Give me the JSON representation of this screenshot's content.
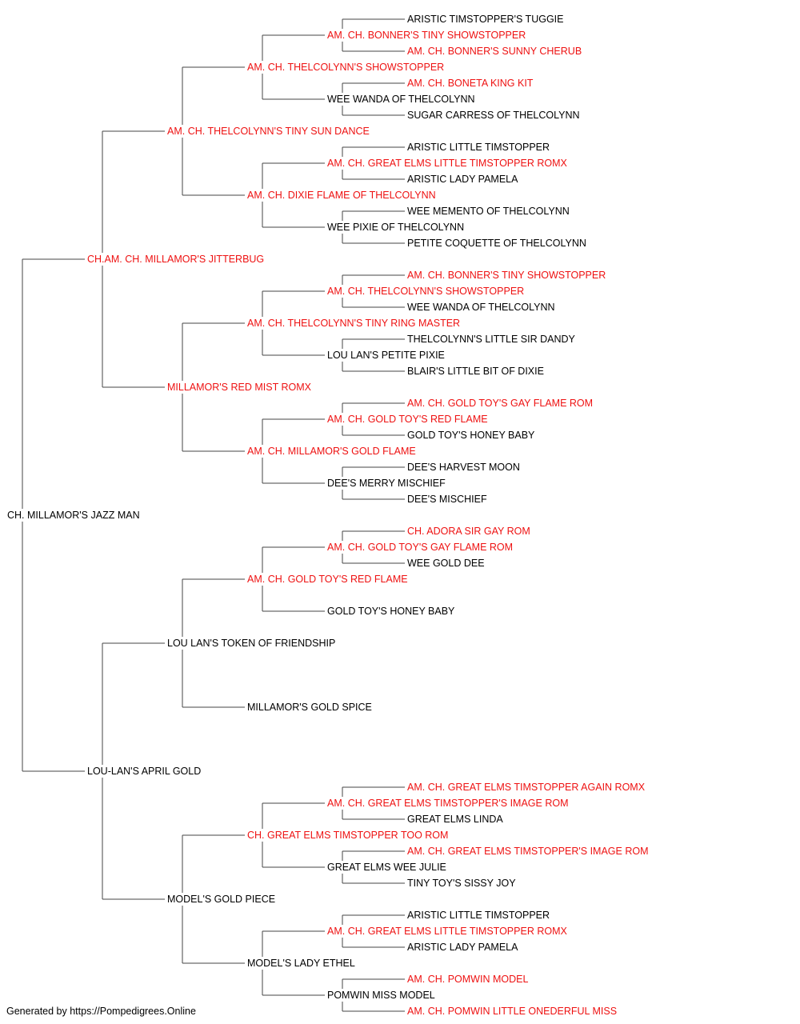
{
  "colors": {
    "champion": "#ee1111",
    "normal": "#000000",
    "line": "#444444"
  },
  "pedigree": {
    "name": "CH. MILLAMOR'S JAZZ MAN",
    "champion": false,
    "sire": {
      "name": "CH.AM. CH. MILLAMOR'S JITTERBUG",
      "champion": true,
      "sire": {
        "name": "AM. CH. THELCOLYNN'S TINY SUN DANCE",
        "champion": true,
        "sire": {
          "name": "AM. CH. THELCOLYNN'S SHOWSTOPPER",
          "champion": true,
          "sire": {
            "name": "AM. CH. BONNER'S TINY SHOWSTOPPER",
            "champion": true,
            "sire": {
              "name": "ARISTIC TIMSTOPPER'S TUGGIE",
              "champion": false
            },
            "dam": {
              "name": "AM. CH. BONNER'S SUNNY CHERUB",
              "champion": true
            }
          },
          "dam": {
            "name": "WEE WANDA OF THELCOLYNN",
            "champion": false,
            "sire": {
              "name": "AM. CH. BONETA KING KIT",
              "champion": true
            },
            "dam": {
              "name": "SUGAR CARRESS OF THELCOLYNN",
              "champion": false
            }
          }
        },
        "dam": {
          "name": "AM. CH. DIXIE FLAME OF THELCOLYNN",
          "champion": true,
          "sire": {
            "name": "AM. CH. GREAT ELMS LITTLE TIMSTOPPER ROMX",
            "champion": true,
            "sire": {
              "name": "ARISTIC LITTLE TIMSTOPPER",
              "champion": false
            },
            "dam": {
              "name": "ARISTIC LADY PAMELA",
              "champion": false
            }
          },
          "dam": {
            "name": "WEE PIXIE OF THELCOLYNN",
            "champion": false,
            "sire": {
              "name": "WEE MEMENTO OF THELCOLYNN",
              "champion": false
            },
            "dam": {
              "name": "PETITE COQUETTE OF THELCOLYNN",
              "champion": false
            }
          }
        }
      },
      "dam": {
        "name": "MILLAMOR'S RED MIST ROMX",
        "champion": true,
        "sire": {
          "name": "AM. CH. THELCOLYNN'S TINY RING MASTER",
          "champion": true,
          "sire": {
            "name": "AM. CH. THELCOLYNN'S SHOWSTOPPER",
            "champion": true,
            "sire": {
              "name": "AM. CH. BONNER'S TINY SHOWSTOPPER",
              "champion": true
            },
            "dam": {
              "name": "WEE WANDA OF THELCOLYNN",
              "champion": false
            }
          },
          "dam": {
            "name": "LOU LAN'S PETITE PIXIE",
            "champion": false,
            "sire": {
              "name": "THELCOLYNN'S LITTLE SIR DANDY",
              "champion": false
            },
            "dam": {
              "name": "BLAIR'S LITTLE BIT OF DIXIE",
              "champion": false
            }
          }
        },
        "dam": {
          "name": "AM. CH. MILLAMOR'S GOLD FLAME",
          "champion": true,
          "sire": {
            "name": "AM. CH. GOLD TOY'S RED FLAME",
            "champion": true,
            "sire": {
              "name": "AM. CH. GOLD TOY'S GAY FLAME ROM",
              "champion": true
            },
            "dam": {
              "name": "GOLD TOY'S HONEY BABY",
              "champion": false
            }
          },
          "dam": {
            "name": "DEE'S MERRY MISCHIEF",
            "champion": false,
            "sire": {
              "name": "DEE'S HARVEST MOON",
              "champion": false
            },
            "dam": {
              "name": "DEE'S MISCHIEF",
              "champion": false
            }
          }
        }
      }
    },
    "dam": {
      "name": "LOU-LAN'S APRIL GOLD",
      "champion": false,
      "sire": {
        "name": "LOU LAN'S TOKEN OF FRIENDSHIP",
        "champion": false,
        "sire": {
          "name": "AM. CH. GOLD TOY'S RED FLAME",
          "champion": true,
          "sire": {
            "name": "AM. CH. GOLD TOY'S GAY FLAME ROM",
            "champion": true,
            "sire": {
              "name": "CH. ADORA SIR GAY ROM",
              "champion": true
            },
            "dam": {
              "name": "WEE GOLD DEE",
              "champion": false
            }
          },
          "dam": {
            "name": "GOLD TOY'S HONEY BABY",
            "champion": false
          }
        },
        "dam": {
          "name": "MILLAMOR'S GOLD SPICE",
          "champion": false
        }
      },
      "dam": {
        "name": "MODEL'S GOLD PIECE",
        "champion": false,
        "sire": {
          "name": "CH. GREAT ELMS TIMSTOPPER TOO ROM",
          "champion": true,
          "sire": {
            "name": "AM. CH. GREAT ELMS TIMSTOPPER'S IMAGE ROM",
            "champion": true,
            "sire": {
              "name": "AM. CH. GREAT ELMS TIMSTOPPER AGAIN ROMX",
              "champion": true
            },
            "dam": {
              "name": "GREAT ELMS LINDA",
              "champion": false
            }
          },
          "dam": {
            "name": "GREAT ELMS WEE JULIE",
            "champion": false,
            "sire": {
              "name": "AM. CH. GREAT ELMS TIMSTOPPER'S IMAGE ROM",
              "champion": true
            },
            "dam": {
              "name": "TINY TOY'S SISSY JOY",
              "champion": false
            }
          }
        },
        "dam": {
          "name": "MODEL'S LADY ETHEL",
          "champion": false,
          "sire": {
            "name": "AM. CH. GREAT ELMS LITTLE TIMSTOPPER ROMX",
            "champion": true,
            "sire": {
              "name": "ARISTIC LITTLE TIMSTOPPER",
              "champion": false
            },
            "dam": {
              "name": "ARISTIC LADY PAMELA",
              "champion": false
            }
          },
          "dam": {
            "name": "POMWIN MISS MODEL",
            "champion": false,
            "sire": {
              "name": "AM. CH. POMWIN MODEL",
              "champion": true
            },
            "dam": {
              "name": "AM. CH. POMWIN LITTLE ONEDERFUL MISS",
              "champion": true
            }
          }
        }
      }
    }
  },
  "footer": "Generated by https://Pompedigrees.Online"
}
